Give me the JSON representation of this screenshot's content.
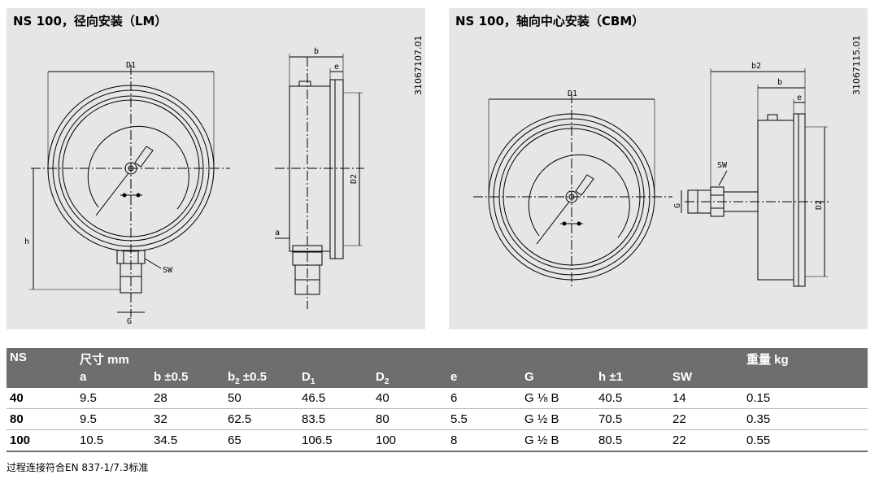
{
  "left_panel": {
    "title": "NS 100，径向安装（LM）",
    "drawing_code": "31067107.01",
    "labels": {
      "D1": "D1",
      "b": "b",
      "e": "e",
      "D2": "D2",
      "h": "h",
      "a": "a",
      "SW": "SW",
      "G": "G"
    }
  },
  "right_panel": {
    "title": "NS 100，轴向中心安装（CBM）",
    "drawing_code": "31067115.01",
    "labels": {
      "D1": "D1",
      "b2": "b2",
      "b": "b",
      "e": "e",
      "SW": "SW",
      "G": "G",
      "D2": "D2"
    }
  },
  "table": {
    "header1": {
      "ns": "NS",
      "size": "尺寸 mm",
      "weight": "重量 kg"
    },
    "header2": {
      "a": "a",
      "b": "b ±0.5",
      "b2": {
        "base": "b",
        "sub": "2",
        "rest": " ±0.5"
      },
      "D1": {
        "base": "D",
        "sub": "1"
      },
      "D2": {
        "base": "D",
        "sub": "2"
      },
      "e": "e",
      "G": "G",
      "h": "h ±1",
      "SW": "SW"
    },
    "rows": [
      {
        "ns": "40",
        "a": "9.5",
        "b": "28",
        "b2": "50",
        "D1": "46.5",
        "D2": "40",
        "e": "6",
        "G": "G ⅛ B",
        "h": "40.5",
        "SW": "14",
        "weight": "0.15"
      },
      {
        "ns": "80",
        "a": "9.5",
        "b": "32",
        "b2": "62.5",
        "D1": "83.5",
        "D2": "80",
        "e": "5.5",
        "G": "G ½ B",
        "h": "70.5",
        "SW": "22",
        "weight": "0.35"
      },
      {
        "ns": "100",
        "a": "10.5",
        "b": "34.5",
        "b2": "65",
        "D1": "106.5",
        "D2": "100",
        "e": "8",
        "G": "G ½ B",
        "h": "80.5",
        "SW": "22",
        "weight": "0.55"
      }
    ]
  },
  "footnote": "过程连接符合EN 837-1/7.3标准"
}
